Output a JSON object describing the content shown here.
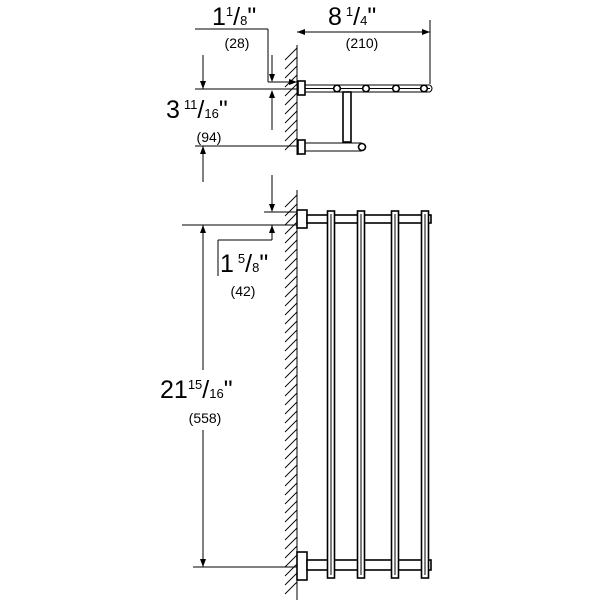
{
  "dimensions": {
    "projection_depth": {
      "whole": "1",
      "num": "1",
      "den": "8",
      "unit": "\"",
      "metric": "(28)"
    },
    "width": {
      "whole": "8",
      "num": "1",
      "den": "4",
      "unit": "\"",
      "metric": "(210)"
    },
    "bracket_spacing": {
      "whole": "3",
      "num": "11",
      "den": "16",
      "unit": "\"",
      "metric": "(94)"
    },
    "top_offset": {
      "whole": "1",
      "num": "5",
      "den": "8",
      "unit": "\"",
      "metric": "(42)"
    },
    "overall_height": {
      "whole": "21",
      "num": "15",
      "den": "16",
      "unit": "\"",
      "metric": "(558)"
    }
  },
  "colors": {
    "line": "#000000",
    "background": "#ffffff"
  }
}
